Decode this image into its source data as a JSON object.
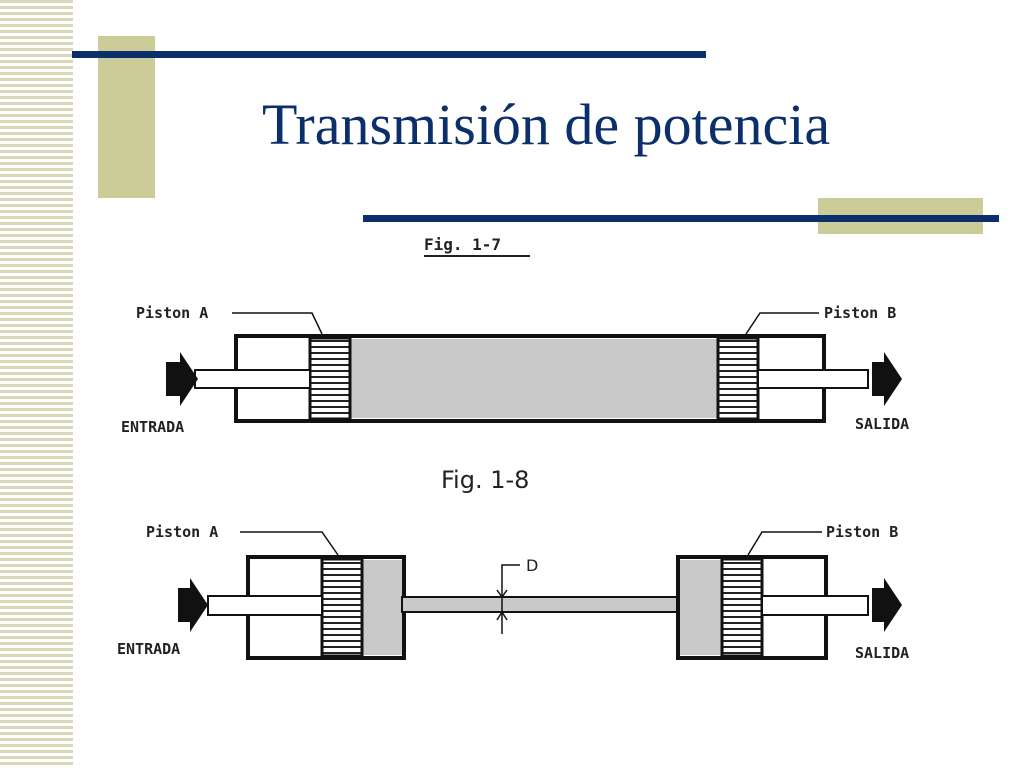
{
  "slide": {
    "title": "Transmisión de potencia"
  },
  "fig7": {
    "caption": "Fig. 1-7",
    "piston_a": "Piston A",
    "piston_b": "Piston B",
    "input": "ENTRADA",
    "output": "SALIDA"
  },
  "fig8": {
    "caption": "Fig. 1-8",
    "piston_a": "Piston A",
    "piston_b": "Piston B",
    "input": "ENTRADA",
    "output": "SALIDA",
    "dimension": "D"
  },
  "colors": {
    "navy": "#0a2f6b",
    "khaki": "#cccc99",
    "fluid": "#c9c9c9"
  }
}
